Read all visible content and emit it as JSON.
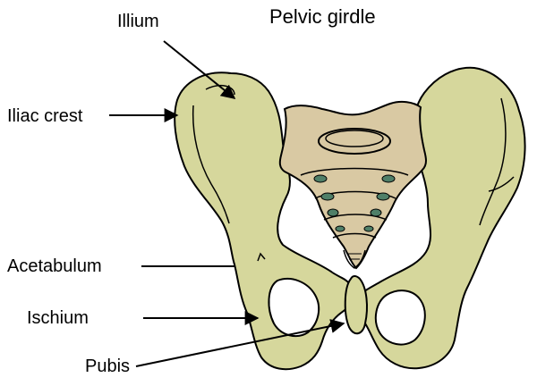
{
  "title": "Pelvic girdle",
  "labels": {
    "illium": "Illium",
    "iliac_crest": "Iliac crest",
    "acetabulum": "Acetabulum",
    "ischium": "Ischium",
    "pubis": "Pubis"
  },
  "colors": {
    "bone": "#d6d79c",
    "sacrum": "#d9c9a3",
    "outline": "#000000",
    "foramen": "#4f7f68"
  }
}
